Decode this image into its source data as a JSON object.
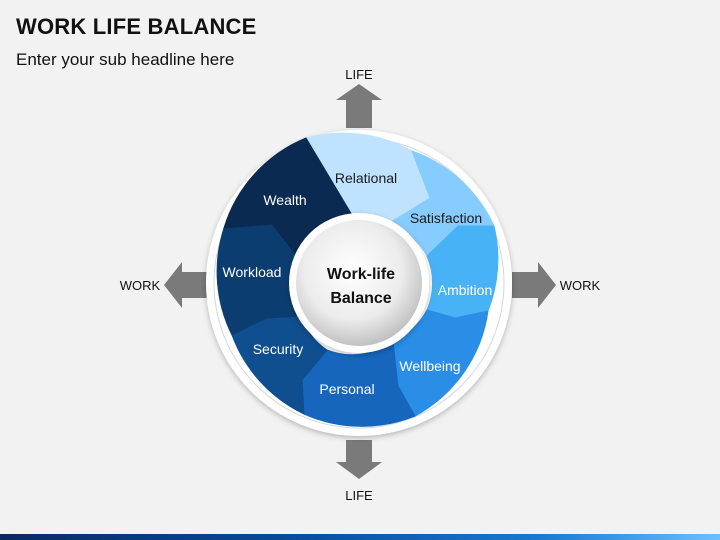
{
  "header": {
    "title": "WORK LIFE BALANCE",
    "subtitle": "Enter your sub headline here"
  },
  "center": {
    "line1": "Work-life",
    "line2": "Balance"
  },
  "directions": {
    "top": "LIFE",
    "bottom": "LIFE",
    "left": "WORK",
    "right": "WORK"
  },
  "segments": [
    {
      "label": "Relational",
      "color": "#bfe3ff",
      "text": "dark"
    },
    {
      "label": "Satisfaction",
      "color": "#86ccff",
      "text": "dark"
    },
    {
      "label": "Ambition",
      "color": "#48b2f6",
      "text": "light"
    },
    {
      "label": "Wellbeing",
      "color": "#2a8de6",
      "text": "light"
    },
    {
      "label": "Personal",
      "color": "#1666bd",
      "text": "light"
    },
    {
      "label": "Security",
      "color": "#0f4e8f",
      "text": "light"
    },
    {
      "label": "Workload",
      "color": "#0c3d70",
      "text": "light"
    },
    {
      "label": "Wealth",
      "color": "#0a2a52",
      "text": "light"
    }
  ],
  "colors": {
    "arrow": "#7a7a7a",
    "ring": "#ffffff"
  }
}
